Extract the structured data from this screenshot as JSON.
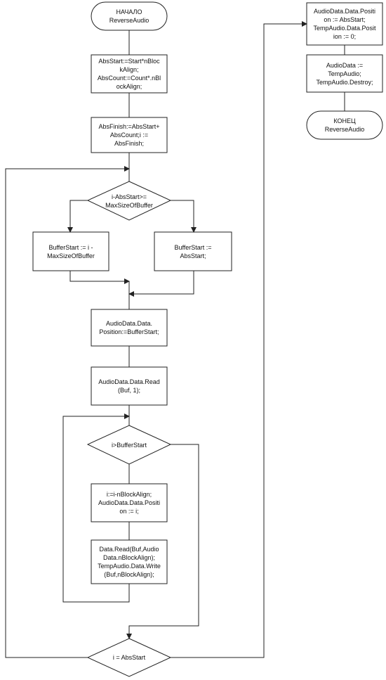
{
  "diagram": {
    "nodes": {
      "start": "НАЧАЛО\nReverseAudio",
      "abs_start": "AbsStart:=Start*nBloc\nkAlign;\nAbsCount:=Count*.nBl\nockAlign;",
      "abs_finish": "AbsFinish:=AbsStart+\nAbsCount;i :=\nAbsFinish;",
      "cond_max": "i-AbsStart>=\nMaxSizeOfBuffer",
      "buf_left": "BufferStart := i -\nMaxSizeOfBuffer",
      "buf_right": "BufferStart :=\nAbsStart;",
      "position": "AudioData.Data.\nPosition:=BufferStart;",
      "read": "AudioData.Data.Read\n(Buf, 1);",
      "cond_buffer": "i>BufferStart",
      "dec": "i:=i-nBlockAlign;\nAudioData.Data.Positi\non := i;",
      "write": "Data.Read(Buf,Audio\nData.nBlockAlign);\nTempAudio.Data.Write\n(Buf,nBlockAlign);",
      "cond_end": "i = AbsStart",
      "reset": "AudioData.Data.Positi\non := AbsStart;\nTempAudio.Data.Posit\nion := 0;",
      "assign": "AudioData :=\nTempAudio;\nTempAudio.Destroy;",
      "end": "КОНЕЦ\nReverseAudio"
    }
  }
}
